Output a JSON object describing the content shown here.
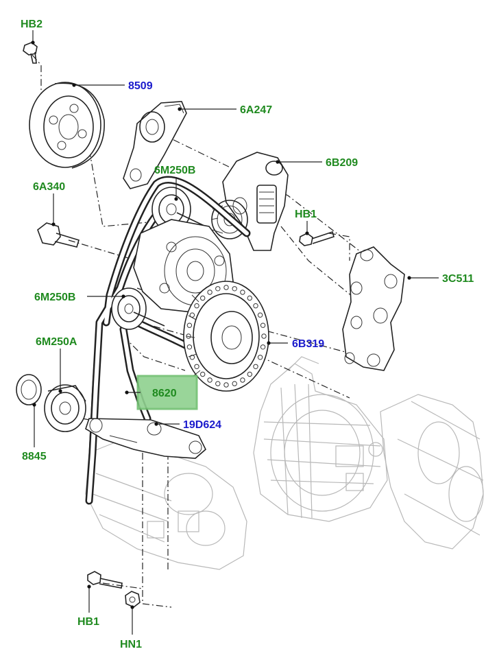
{
  "diagram": {
    "labels": [
      {
        "id": "hb2",
        "text": "HB2",
        "color": "#1f8a1f"
      },
      {
        "id": "8509",
        "text": "8509",
        "color": "#1a1acc"
      },
      {
        "id": "6a247",
        "text": "6A247",
        "color": "#1f8a1f"
      },
      {
        "id": "6b209",
        "text": "6B209",
        "color": "#1f8a1f"
      },
      {
        "id": "6m250b1",
        "text": "6M250B",
        "color": "#1f8a1f"
      },
      {
        "id": "6a340",
        "text": "6A340",
        "color": "#1f8a1f"
      },
      {
        "id": "hb1a",
        "text": "HB1",
        "color": "#1f8a1f"
      },
      {
        "id": "3c511",
        "text": "3C511",
        "color": "#1f8a1f"
      },
      {
        "id": "6m250b2",
        "text": "6M250B",
        "color": "#1f8a1f"
      },
      {
        "id": "6b319",
        "text": "6B319",
        "color": "#1a1acc"
      },
      {
        "id": "6m250a",
        "text": "6M250A",
        "color": "#1f8a1f"
      },
      {
        "id": "8620",
        "text": "8620",
        "color": "#1f8a1f"
      },
      {
        "id": "19d624",
        "text": "19D624",
        "color": "#1a1acc"
      },
      {
        "id": "8845",
        "text": "8845",
        "color": "#1f8a1f"
      },
      {
        "id": "hb1b",
        "text": "HB1",
        "color": "#1f8a1f"
      },
      {
        "id": "hn1",
        "text": "HN1",
        "color": "#1f8a1f"
      }
    ],
    "highlight_color": "#8fd18f"
  }
}
